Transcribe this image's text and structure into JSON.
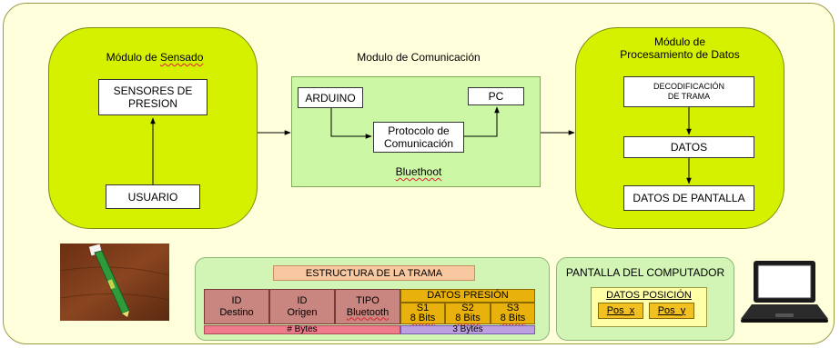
{
  "sensado": {
    "title_prefix": "Módulo de ",
    "title_word": "Sensado",
    "sensors_line1": "SENSORES DE",
    "sensors_line2": "PRESION",
    "user": "USUARIO"
  },
  "comunicacion": {
    "title": "Modulo de Comunicación",
    "arduino": "ARDUINO",
    "pc": "PC",
    "protocol_line1": "Protocolo de",
    "protocol_line2": "Comunicación",
    "bluetooth_label": "Bluethoot"
  },
  "procesamiento": {
    "title_line1": "Módulo de",
    "title_line2": "Procesamiento de Datos",
    "decode_line1": "DECODIFICACIÓN",
    "decode_line2": "DE TRAMA",
    "datos": "DATOS",
    "pantalla": "DATOS DE PANTALLA"
  },
  "trama": {
    "title": "ESTRUCTURA DE LA TRAMA",
    "id_destino_1": "ID",
    "id_destino_2": "Destino",
    "id_origen_1": "ID",
    "id_origen_2": "Origen",
    "tipo_1": "TIPO",
    "tipo_2": "Bluetooth",
    "datos_presion": "DATOS PRESIÓN",
    "s1": "S1",
    "s2": "S2",
    "s3": "S3",
    "bits": "8 Bits",
    "bytes_left": "# Bytes",
    "bytes_right": "3 Bytes"
  },
  "pantalla": {
    "title": "PANTALLA DEL COMPUTADOR",
    "datos_posicion": "DATOS POSICIÓN",
    "pos_x": "Pos_x",
    "pos_y": "Pos_y"
  },
  "colors": {
    "module_fill": "#d5f100",
    "comm_fill": "#ccf7a4",
    "background": "#ffffdc",
    "frame_pink": "#c98680",
    "frame_gold": "#e8b10c"
  },
  "icons": [
    "pressure-pen-photo",
    "laptop-icon"
  ]
}
